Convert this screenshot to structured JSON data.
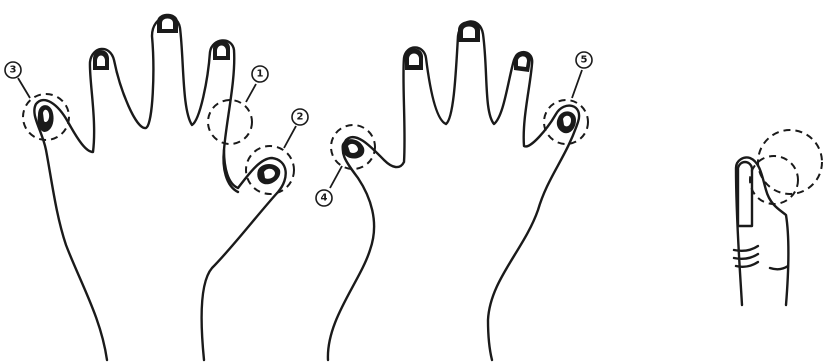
{
  "markers": {
    "m1": "1",
    "m2": "2",
    "m3": "3",
    "m4": "4",
    "m5": "5"
  },
  "colors": {
    "ink": "#1a1a1a",
    "background": "#ffffff"
  }
}
